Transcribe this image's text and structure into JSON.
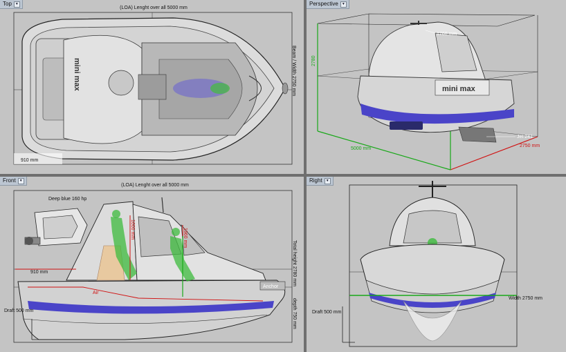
{
  "viewports": {
    "top": {
      "tab_label": "Top",
      "loa_label": "(LOA) Lenght over all 5000 mm",
      "beam_label": "Beam / Width 2750 mm",
      "length_910": "910 mm",
      "brand_text": "mini max"
    },
    "perspective": {
      "tab_label": "Perspective",
      "dim_1760": "1760 mm",
      "dim_2780": "2780",
      "dim_5000": "5000 mm",
      "dim_2750": "2750 mm",
      "jet_label": "Jet 241",
      "brand_text": "mini max"
    },
    "front": {
      "tab_label": "Front",
      "loa_label": "(LOA) Lenght over all 5000 mm",
      "engine_label": "Deep blue 160 hp",
      "dim_1600": "1600 mm",
      "dim_1960": "1960 mm",
      "total_height_label": "Total height 2780 mm",
      "dim_910": "910 mm",
      "air_label": "Air",
      "anchor_label": "Anchor",
      "draft_label": "Draft 500 mm",
      "depth_label": "depth 750 mm"
    },
    "right": {
      "tab_label": "Right",
      "width_label": "Width 2750 mm",
      "draft_label": "Draft 500 mm"
    }
  },
  "colors": {
    "viewport_bg": "#c4c4c4",
    "frame": "#6f6f6f",
    "dim_red": "#d01010",
    "dim_green": "#18a818",
    "hull_stripe": "#4a44c8"
  }
}
